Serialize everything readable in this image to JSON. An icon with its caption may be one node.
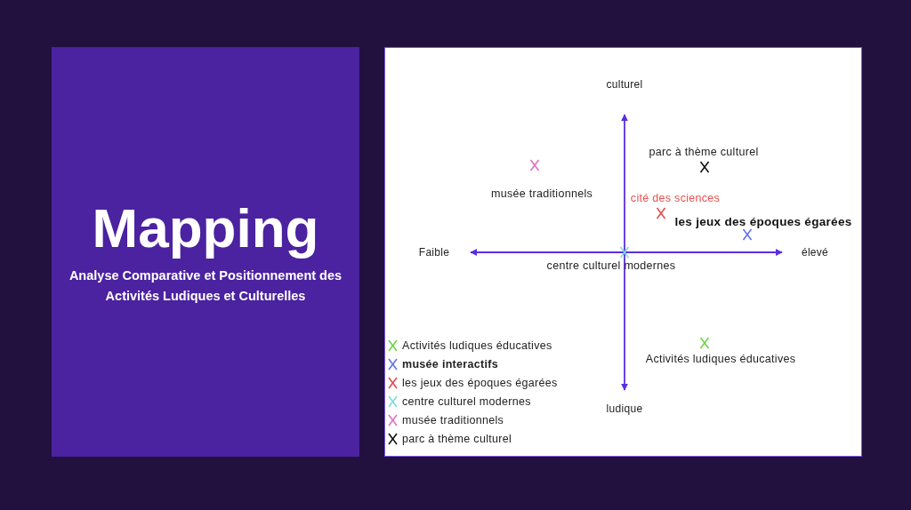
{
  "diagram": {
    "nodes": [
      {
        "text": [
          "Mapping",
          "Analyse Comparative et Positionnement des Activités Ludiques et Culturelles"
        ]
      }
    ],
    "labels": [
      "culturel",
      "parc à thème culturel",
      "musée traditionnels",
      "cité des sciences",
      "**les jeux des époques égarées**",
      "Faible",
      "élevé",
      "centre culturel modernes",
      "Activités ludiques éducatives",
      "ludique"
    ],
    "legend": [
      {
        "text": "Activités ludiques éducatives",
        "color": "#6fd44a"
      },
      {
        "text": "**musée interactifs**",
        "color": "#6070f0"
      },
      {
        "text": "les jeux des époques égarées",
        "color": "#e84848"
      },
      {
        "text": "centre culturel modernes",
        "color": "#7fd8e0"
      },
      {
        "text": "musée traditionnels",
        "color": "#e070c0"
      },
      {
        "text": "parc à thème culturel",
        "color": "#111111"
      }
    ]
  }
}
